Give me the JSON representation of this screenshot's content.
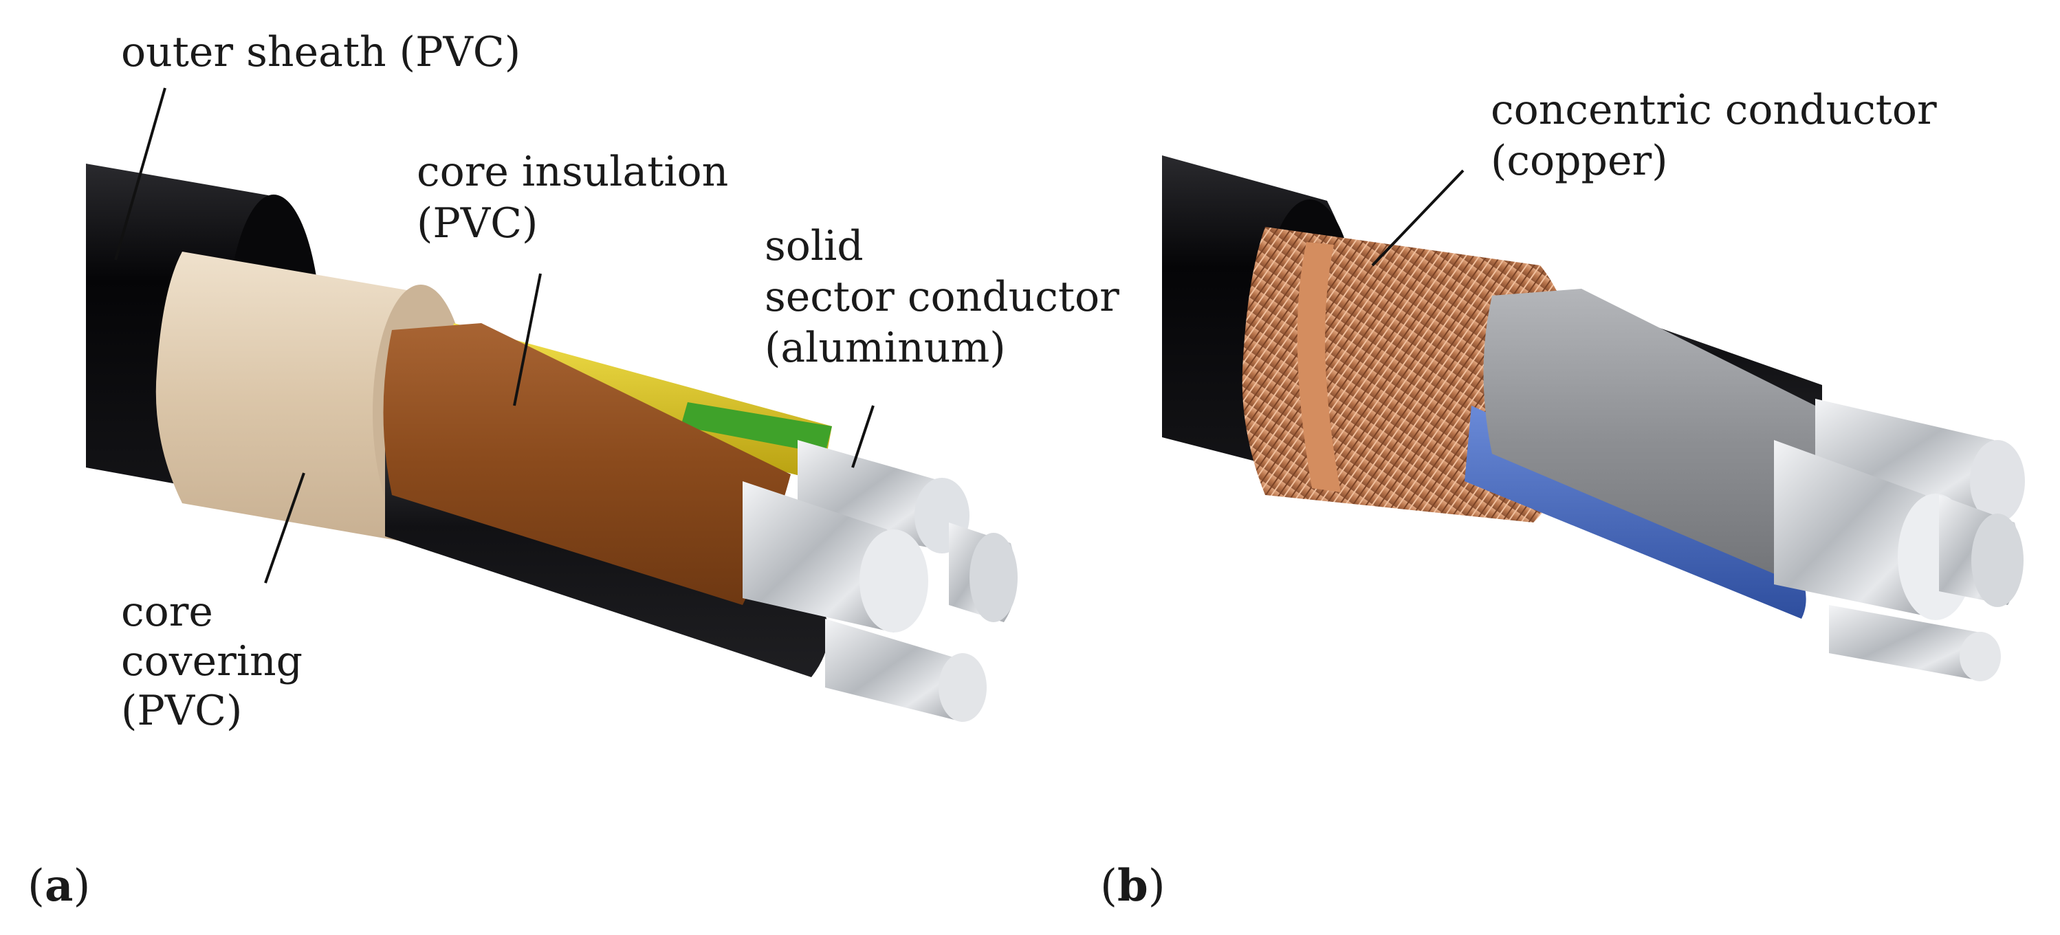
{
  "panels": [
    {
      "letter": "a",
      "labels": {
        "outer_sheath": [
          "outer sheath (PVC)"
        ],
        "core_insulation": [
          "core insulation",
          "(PVC)"
        ],
        "sector_conductor": [
          "solid",
          "sector conductor",
          "(aluminum)"
        ],
        "core_covering": [
          "core",
          "covering",
          "(PVC)"
        ]
      },
      "colors": {
        "sheath": "#0d0d0f",
        "covering": "#dcc8ad",
        "core_brown": "#8a4a1c",
        "core_yellow_green": "#d8c21a",
        "core_black": "#1a1a1c",
        "aluminum": "#c9ccd0"
      }
    },
    {
      "letter": "b",
      "labels": {
        "concentric_conductor": [
          "concentric conductor",
          "(copper)"
        ]
      },
      "colors": {
        "sheath": "#0d0d0f",
        "copper": "#c0805a",
        "core_grey": "#8d8f93",
        "core_blue": "#3f62b8",
        "core_black": "#1a1a1c",
        "aluminum": "#c9ccd0"
      }
    }
  ]
}
